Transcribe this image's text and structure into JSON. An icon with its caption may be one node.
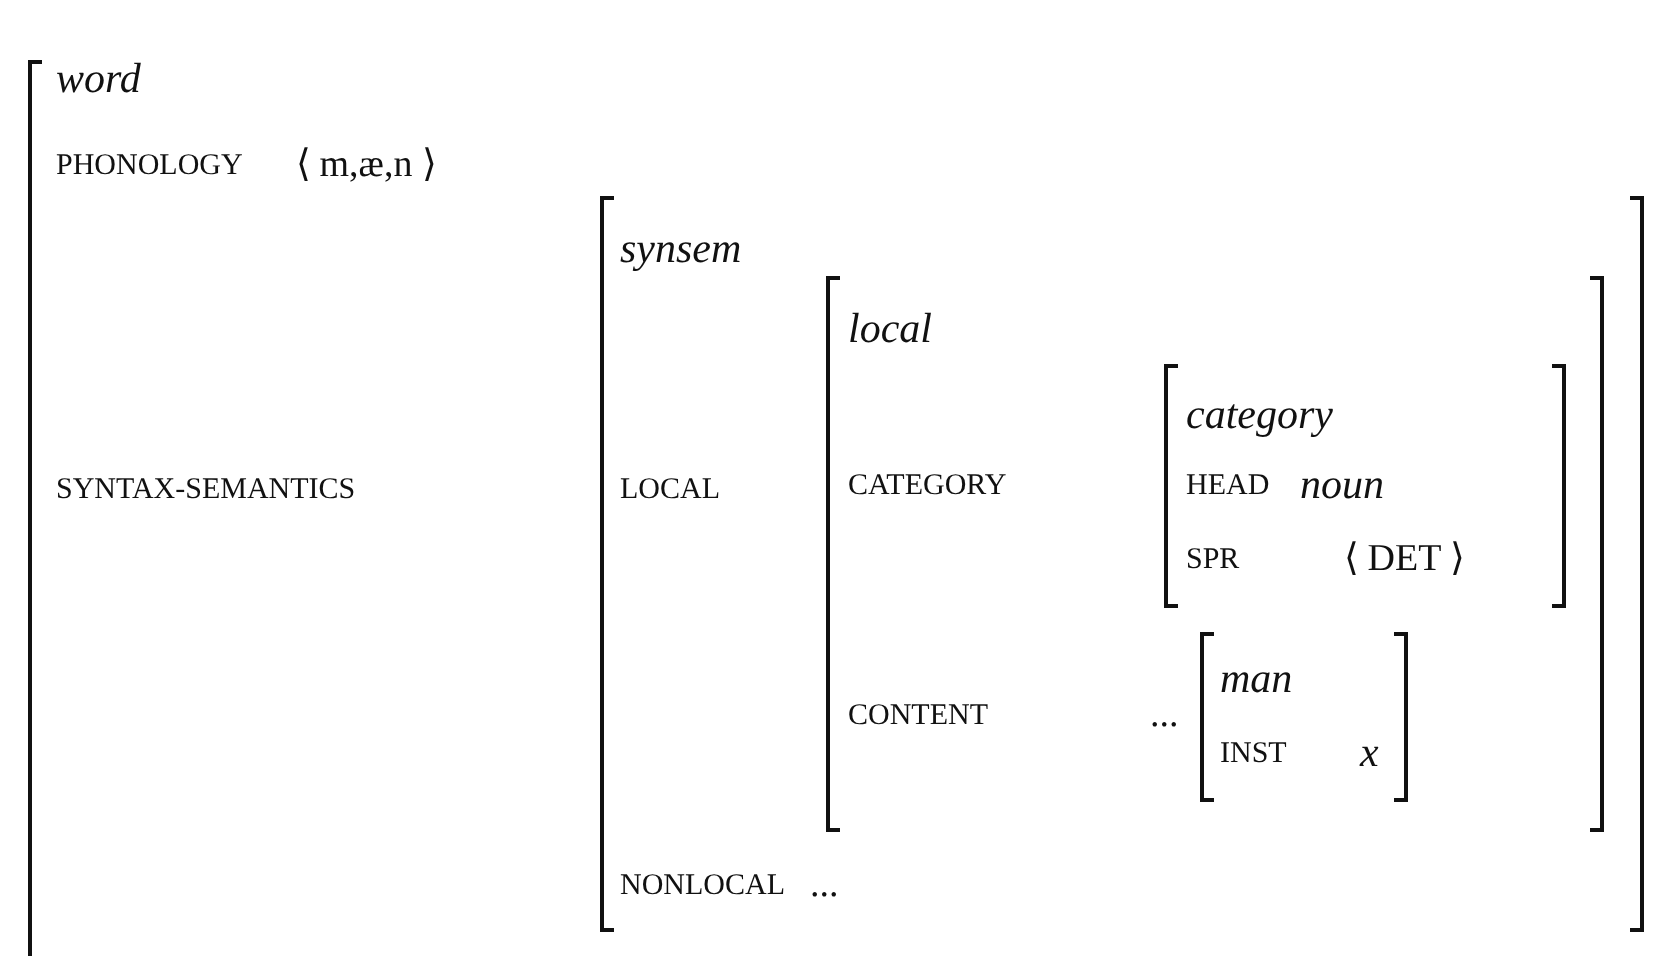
{
  "diagram": {
    "nodes": [
      {
        "text": [
          "word",
          "PHONOLOGY",
          "⟨ m,æ,n ⟩",
          "SYNTAX-SEMANTICS"
        ]
      },
      {
        "text": [
          "synsem",
          "LOCAL",
          "NONLOCAL",
          "..."
        ],
        "in": 0
      },
      {
        "text": [
          "local",
          "CATEGORY",
          "CONTENT",
          "..."
        ],
        "in": 1
      },
      {
        "text": [
          "category",
          "HEAD",
          "noun",
          "SPR",
          "⟨ DET ⟩"
        ],
        "in": 2
      },
      {
        "text": [
          "man",
          "INST",
          "x"
        ],
        "in": 2
      }
    ]
  }
}
